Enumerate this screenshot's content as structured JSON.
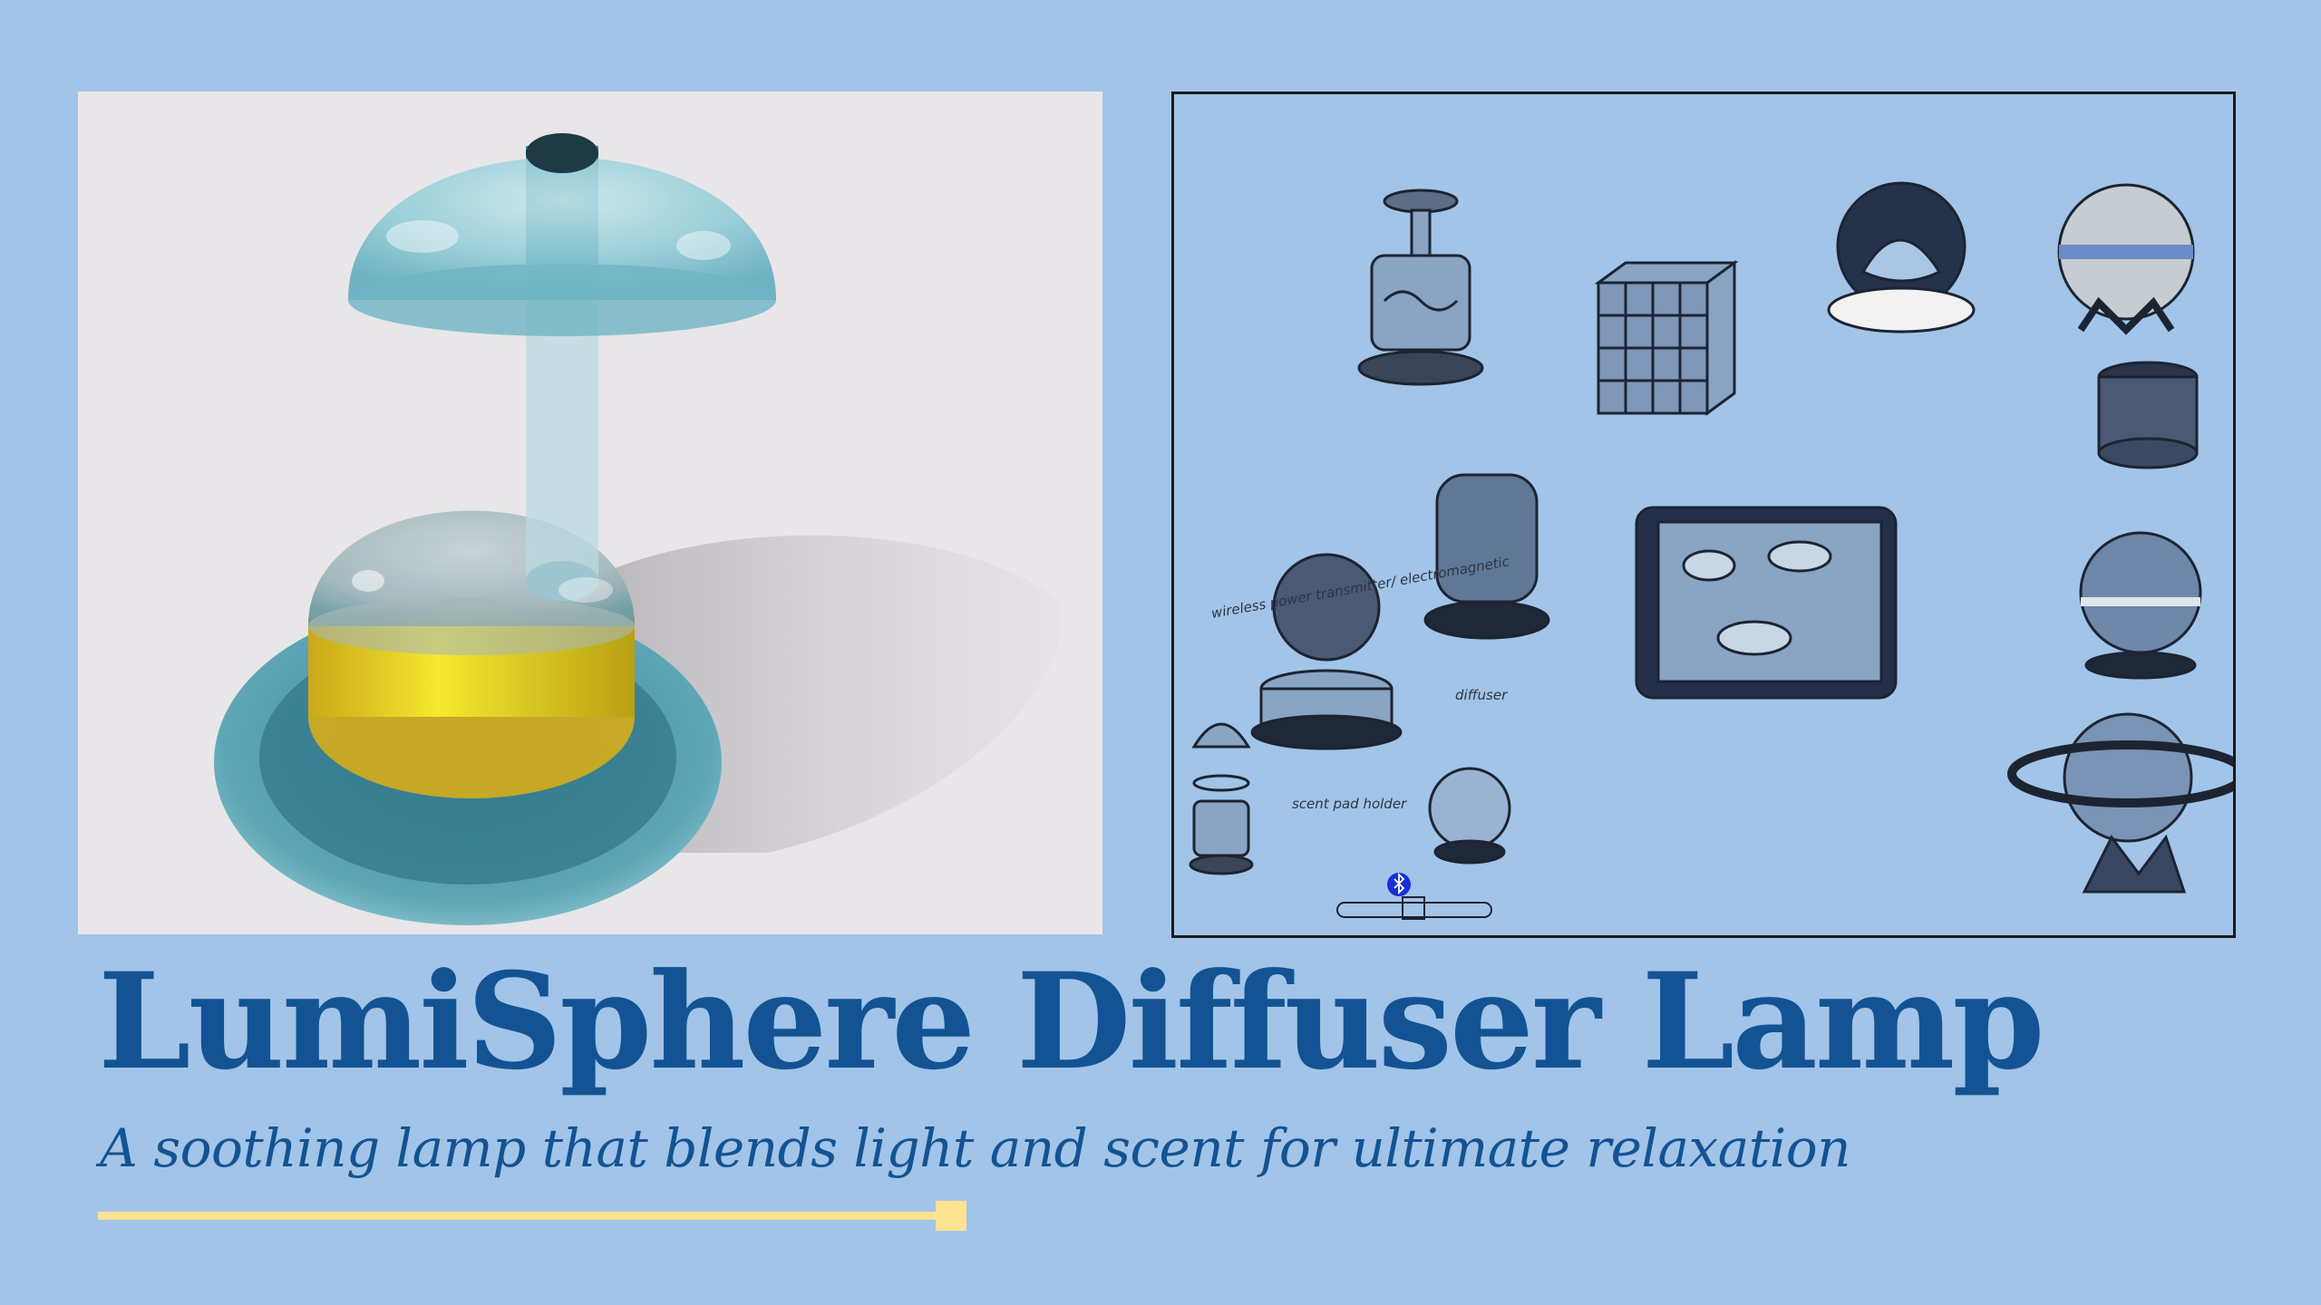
{
  "slide": {
    "title": "LumiSphere Diffuser Lamp",
    "subtitle": "A soothing lamp that blends light and scent for ultimate relaxation"
  },
  "sketch_notes": {
    "wireless": "wireless power transmitter/ electromagnetic",
    "scent": "scent pad holder",
    "diffuser": "diffuser"
  },
  "colors": {
    "background": "#a2c4e8",
    "title": "#135393",
    "accent_line": "#fbe392",
    "render_bg": "#e8e6e8",
    "lamp_glass": "#7bbfcc",
    "lamp_yellow": "#f0e030",
    "sketch_fill": "#8aa4c4"
  },
  "icons": [
    "bluetooth-icon"
  ]
}
